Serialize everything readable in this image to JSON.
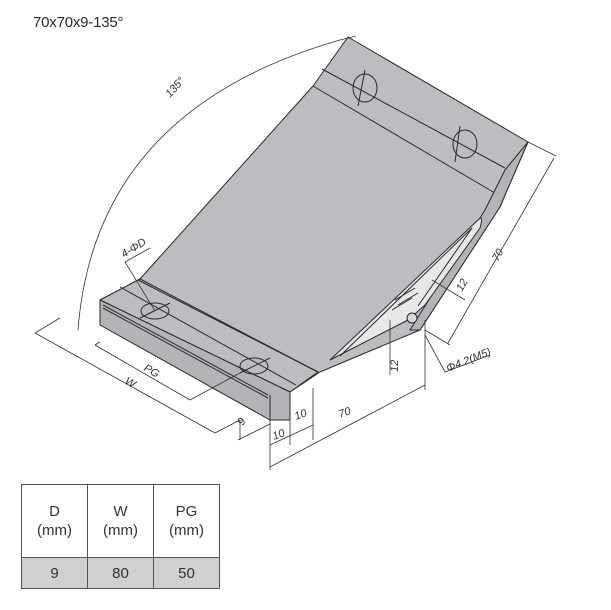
{
  "title": "70x70x9-135°",
  "colors": {
    "part_fill": "#bcbdc1",
    "part_side": "#b3b4b8",
    "line": "#2a2a2a",
    "table_value_bg": "#cfd0d2"
  },
  "drawing": {
    "angle_label": "135°",
    "hole_label": "4-ΦD",
    "pg_label": "PG",
    "w_label": "W",
    "thickness_label": "9",
    "offset1_label": "10",
    "offset2_label": "10",
    "length_bottom_label": "70",
    "length_right_label": "70",
    "rib_label_upper": "12",
    "rib_label_lower": "12",
    "tap_hole_label": "Φ4.2(M5)"
  },
  "spec_table": {
    "headers": [
      {
        "name": "D",
        "unit": "(mm)"
      },
      {
        "name": "W",
        "unit": "(mm)"
      },
      {
        "name": "PG",
        "unit": "(mm)"
      }
    ],
    "values": [
      "9",
      "80",
      "50"
    ]
  }
}
